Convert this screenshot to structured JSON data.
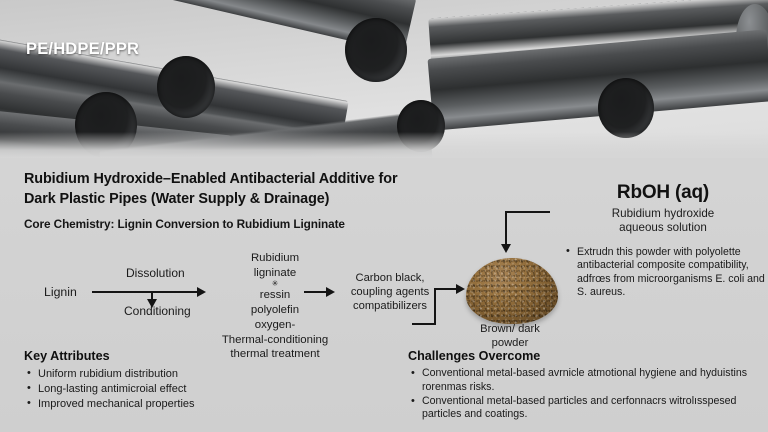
{
  "banner": {
    "label": "PE/HDPE/PPR",
    "photo_alt": "dark-plastic-pipes-photo"
  },
  "title": {
    "main_line1": "Rubidium Hydroxide–Enabled Antibacterial Additive for",
    "main_line2": "Dark Plastic Pipes (Water Supply & Drainage)",
    "subtitle": "Core Chemistry: Lignin Conversion to Rubidium Ligninate"
  },
  "rboh": {
    "title": "RbOH (aq)",
    "sub_line1": "Rubidium hydroxide",
    "sub_line2": "aqueous solution",
    "bullets": [
      "Extrudn this powder with polyolette antibacterial composite compatibility, adfrœs from microorganisms E. coli  and S. aureus."
    ]
  },
  "flow": {
    "start_label": "Lignin",
    "step1_label": "Dissolution",
    "step2_label": "Conditioning",
    "mid_lines": [
      "Rubidium",
      "ligninate",
      "✳",
      "ressin",
      "polyolefin",
      "oxygen-",
      "Thermal-conditioning",
      "thermal treatment"
    ],
    "carbon_lines": [
      "Carbon black,",
      "coupling agents",
      "compatibilizers"
    ],
    "powder_caption_line1": "Brown/ dark",
    "powder_caption_line2": "powder"
  },
  "key_attributes": {
    "heading": "Key Attributes",
    "items": [
      "Uniform rubidium distribution",
      "Long-lasting antimicroial effect",
      "Improved mechanical properties"
    ]
  },
  "challenges": {
    "heading": "Challenges Overcome",
    "items": [
      "Conventional metal-based avrnicle atmotional hygiene and hyduistins rorenmas risks.",
      "Conventional metal-based particles and cerfonnacrs witrolısspesed particles and coatings."
    ]
  },
  "colors": {
    "slide_background": "#d4d4d4",
    "text": "#1a1a1a",
    "heading": "#0f0f0f",
    "banner_label": "#ffffff",
    "arrow": "#141414",
    "powder": "#7e5d30",
    "pipe_dark": "#303233"
  }
}
